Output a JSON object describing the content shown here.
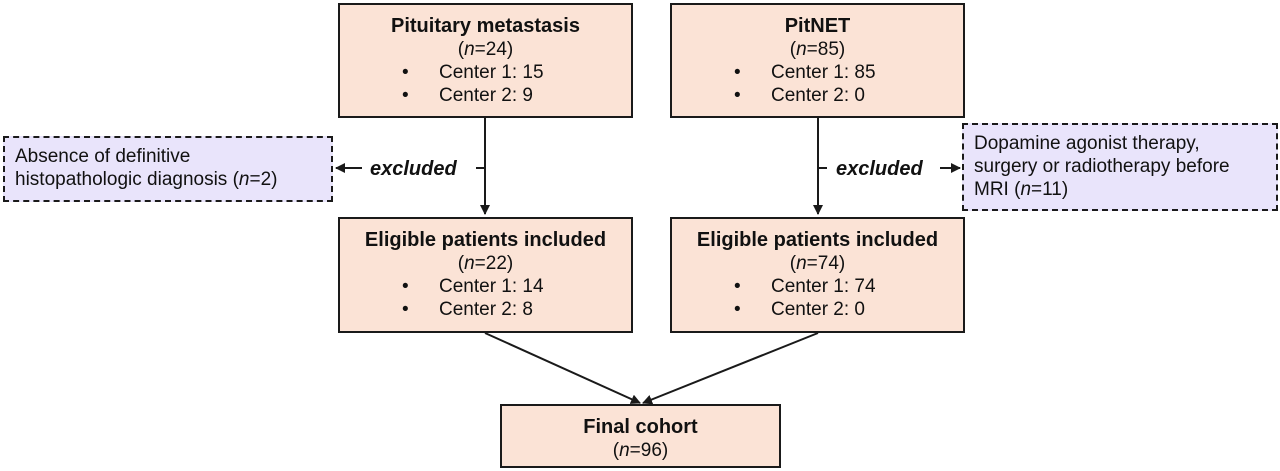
{
  "colors": {
    "main_box_fill": "#fbe3d6",
    "exclusion_box_fill": "#e9e4fb",
    "line": "#1a1a1a"
  },
  "boxes": {
    "metastasis": {
      "title": "Pituitary metastasis",
      "n_prefix": "(",
      "n_italic": "n",
      "n_value": "=24)",
      "items": [
        "Center 1: 15",
        "Center 2: 9"
      ]
    },
    "pitnet": {
      "title": "PitNET",
      "n_prefix": "(",
      "n_italic": "n",
      "n_value": "=85)",
      "items": [
        "Center 1: 85",
        "Center 2: 0"
      ]
    },
    "eligible_left": {
      "title": "Eligible patients included",
      "n_prefix": "(",
      "n_italic": "n",
      "n_value": "=22)",
      "items": [
        "Center 1: 14",
        "Center 2: 8"
      ]
    },
    "eligible_right": {
      "title": "Eligible patients included",
      "n_prefix": "(",
      "n_italic": "n",
      "n_value": "=74)",
      "items": [
        "Center 1: 74",
        "Center 2: 0"
      ]
    },
    "final": {
      "title": "Final cohort",
      "n_prefix": "(",
      "n_italic": "n",
      "n_value": "=96)"
    }
  },
  "exclusions": {
    "left": {
      "label": "excluded",
      "text_line1": "Absence of definitive",
      "text_line2": "histopathologic diagnosis (",
      "n_italic": "n",
      "n_value": "=2)"
    },
    "right": {
      "label": "excluded",
      "text_line1": "Dopamine agonist therapy,",
      "text_line2": "surgery or radiotherapy before",
      "text_line3": "MRI (",
      "n_italic": "n",
      "n_value": "=11)"
    }
  },
  "bullet": "•"
}
